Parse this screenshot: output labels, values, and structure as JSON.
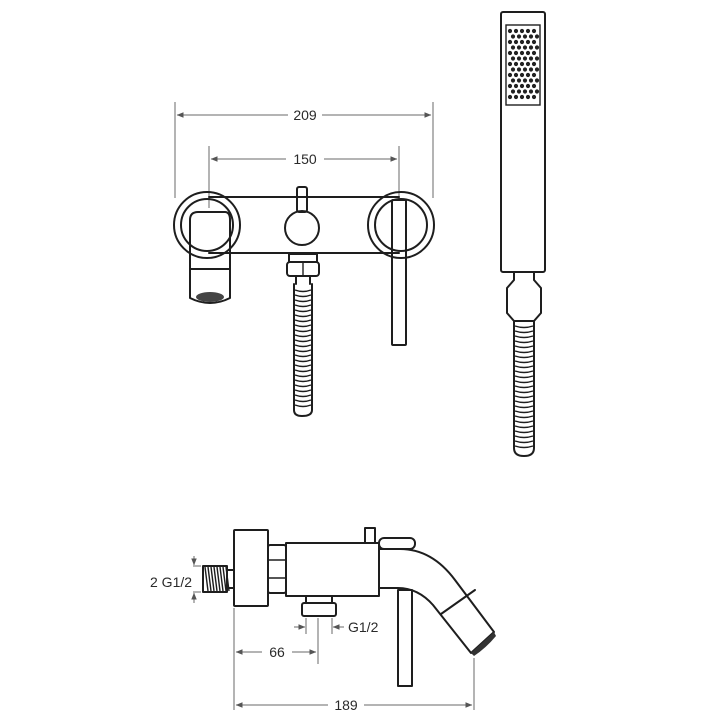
{
  "dimensions": {
    "front_overall_width": "209",
    "front_inlet_spacing": "150",
    "side_inlet_thread": "2 G1/2",
    "side_outlet_thread": "G1/2",
    "side_outlet_offset": "66",
    "side_overall_depth": "189"
  }
}
